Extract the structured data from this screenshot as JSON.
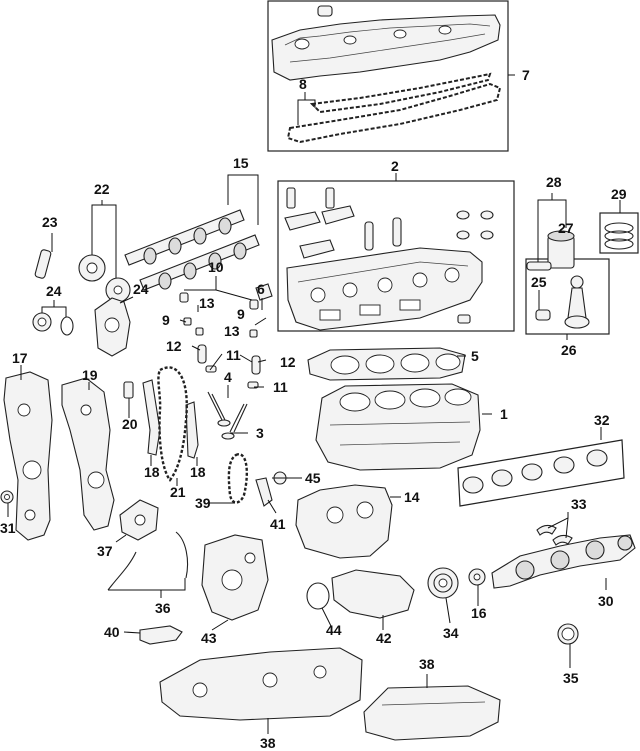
{
  "diagram": {
    "callouts": [
      {
        "id": "c1",
        "label": "1"
      },
      {
        "id": "c2",
        "label": "2"
      },
      {
        "id": "c3",
        "label": "3"
      },
      {
        "id": "c4",
        "label": "4"
      },
      {
        "id": "c5",
        "label": "5"
      },
      {
        "id": "c6",
        "label": "6"
      },
      {
        "id": "c7",
        "label": "7"
      },
      {
        "id": "c8",
        "label": "8"
      },
      {
        "id": "c9a",
        "label": "9"
      },
      {
        "id": "c9b",
        "label": "9"
      },
      {
        "id": "c10",
        "label": "10"
      },
      {
        "id": "c11a",
        "label": "11"
      },
      {
        "id": "c11b",
        "label": "11"
      },
      {
        "id": "c12a",
        "label": "12"
      },
      {
        "id": "c12b",
        "label": "12"
      },
      {
        "id": "c13a",
        "label": "13"
      },
      {
        "id": "c13b",
        "label": "13"
      },
      {
        "id": "c14",
        "label": "14"
      },
      {
        "id": "c15",
        "label": "15"
      },
      {
        "id": "c16",
        "label": "16"
      },
      {
        "id": "c17",
        "label": "17"
      },
      {
        "id": "c18a",
        "label": "18"
      },
      {
        "id": "c18b",
        "label": "18"
      },
      {
        "id": "c19",
        "label": "19"
      },
      {
        "id": "c20",
        "label": "20"
      },
      {
        "id": "c21",
        "label": "21"
      },
      {
        "id": "c22",
        "label": "22"
      },
      {
        "id": "c23",
        "label": "23"
      },
      {
        "id": "c24a",
        "label": "24"
      },
      {
        "id": "c24b",
        "label": "24"
      },
      {
        "id": "c25",
        "label": "25"
      },
      {
        "id": "c26",
        "label": "26"
      },
      {
        "id": "c27",
        "label": "27"
      },
      {
        "id": "c28",
        "label": "28"
      },
      {
        "id": "c29",
        "label": "29"
      },
      {
        "id": "c30",
        "label": "30"
      },
      {
        "id": "c31",
        "label": "31"
      },
      {
        "id": "c32",
        "label": "32"
      },
      {
        "id": "c33",
        "label": "33"
      },
      {
        "id": "c34",
        "label": "34"
      },
      {
        "id": "c35",
        "label": "35"
      },
      {
        "id": "c36",
        "label": "36"
      },
      {
        "id": "c37",
        "label": "37"
      },
      {
        "id": "c38a",
        "label": "38"
      },
      {
        "id": "c38b",
        "label": "38"
      },
      {
        "id": "c39",
        "label": "39"
      },
      {
        "id": "c40",
        "label": "40"
      },
      {
        "id": "c41",
        "label": "41"
      },
      {
        "id": "c42",
        "label": "42"
      },
      {
        "id": "c43",
        "label": "43"
      },
      {
        "id": "c44",
        "label": "44"
      },
      {
        "id": "c45",
        "label": "45"
      }
    ]
  }
}
